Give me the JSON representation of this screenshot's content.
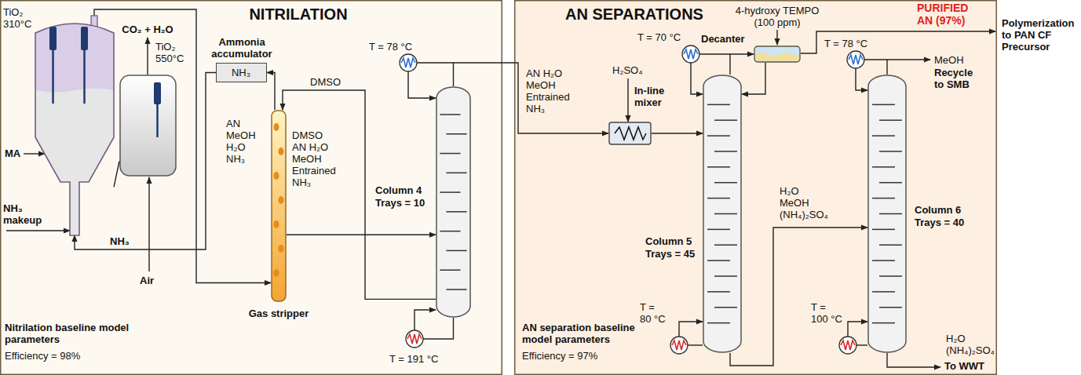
{
  "diagram": {
    "nodes": [
      {
        "text": [
          "NITRILATION"
        ]
      },
      {
        "text": [
          "AN SEPARATIONS"
        ]
      },
      {
        "text": [
          "TiO₂ 310°C"
        ],
        "in": 0
      },
      {
        "text": [
          "TiO₂ 550°C"
        ],
        "in": 0
      },
      {
        "text": [
          "Ammonia accumulator",
          "NH₃"
        ],
        "in": 0
      },
      {
        "text": [
          "Gas stripper"
        ],
        "in": 0
      },
      {
        "text": [
          "Column 4",
          "Trays = 10"
        ],
        "in": 0
      },
      {
        "text": [
          "In-line mixer"
        ],
        "in": 1
      },
      {
        "text": [
          "Column 5",
          "Trays = 45"
        ],
        "in": 1
      },
      {
        "text": [
          "Decanter"
        ],
        "in": 1
      },
      {
        "text": [
          "Column 6",
          "Trays = 40"
        ],
        "in": 1
      }
    ],
    "edges": [
      {
        "from": 2,
        "to": 5,
        "arrow": "to",
        "label": "AN MeOH H₂O NH₃"
      },
      {
        "from": 5,
        "to": 4,
        "arrow": "to"
      },
      {
        "from": 4,
        "to": 2,
        "arrow": "to",
        "label": "NH₃"
      },
      {
        "from": 2,
        "to": 3,
        "arrow": "none"
      },
      {
        "from": 5,
        "to": 6,
        "arrow": "to",
        "label": "DMSO AN H₂O MeOH Entrained NH₃"
      },
      {
        "from": 6,
        "to": 5,
        "arrow": "to",
        "label": "DMSO"
      },
      {
        "from": 6,
        "to": 7,
        "arrow": "to",
        "label": "AN H₂O MeOH Entrained NH₃"
      },
      {
        "from": 7,
        "to": 8,
        "arrow": "to"
      },
      {
        "from": 8,
        "to": 9,
        "arrow": "to"
      },
      {
        "from": 9,
        "to": 8,
        "arrow": "to"
      },
      {
        "from": 8,
        "to": 10,
        "arrow": "to",
        "label": "H₂O MeOH (NH₄)₂SO₄"
      }
    ],
    "labels": [
      "MA",
      "NH₃ makeup",
      "Air",
      "CO₂ + H₂O",
      "T = 78 °C",
      "T = 191 °C",
      "Nitrilation baseline model parameters",
      "Efficiency = 98%",
      "H₂SO₄",
      "4-hydroxy TEMPO (100 ppm)",
      "T = 70 °C",
      "PURIFIED AN (97%)",
      "Polymerization to PAN CF Precursor",
      "T = 78 °C",
      "MeOH",
      "Recycle to SMB",
      "T = 80 °C",
      "T = 100 °C",
      "H₂O (NH₄)₂SO₄",
      "To WWT",
      "AN separation baseline model parameters",
      "Efficiency = 97%"
    ]
  }
}
